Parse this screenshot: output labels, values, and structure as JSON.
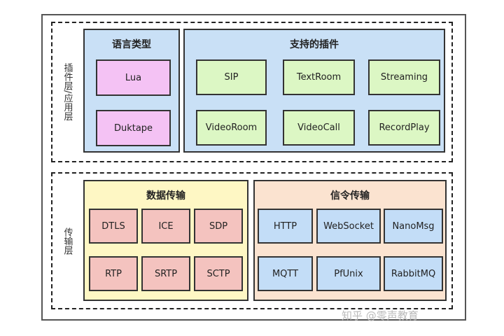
{
  "layers": {
    "top_label": "插件层/应用层",
    "bottom_label": "传输层"
  },
  "language_panel": {
    "title": "语言类型",
    "items": [
      "Lua",
      "Duktape"
    ]
  },
  "plugins_panel": {
    "title": "支持的插件",
    "items": [
      "SIP",
      "TextRoom",
      "Streaming",
      "VideoRoom",
      "VideoCall",
      "RecordPlay"
    ]
  },
  "data_panel": {
    "title": "数据传输",
    "items": [
      "DTLS",
      "ICE",
      "SDP",
      "RTP",
      "SRTP",
      "SCTP"
    ]
  },
  "signal_panel": {
    "title": "信令传输",
    "items": [
      "HTTP",
      "WebSocket",
      "NanoMsg",
      "MQTT",
      "PfUnix",
      "RabbitMQ"
    ]
  },
  "watermark": "知乎 @零声教育",
  "colors": {
    "blue_panel": "#c9e0f6",
    "yellow_panel": "#fef7c4",
    "orange_panel": "#fbe3d0",
    "pink_box": "#f4c2f4",
    "green_box": "#dcf7c4",
    "salmon_box": "#f4c3bf",
    "lightblue_box": "#c3ddf7"
  }
}
